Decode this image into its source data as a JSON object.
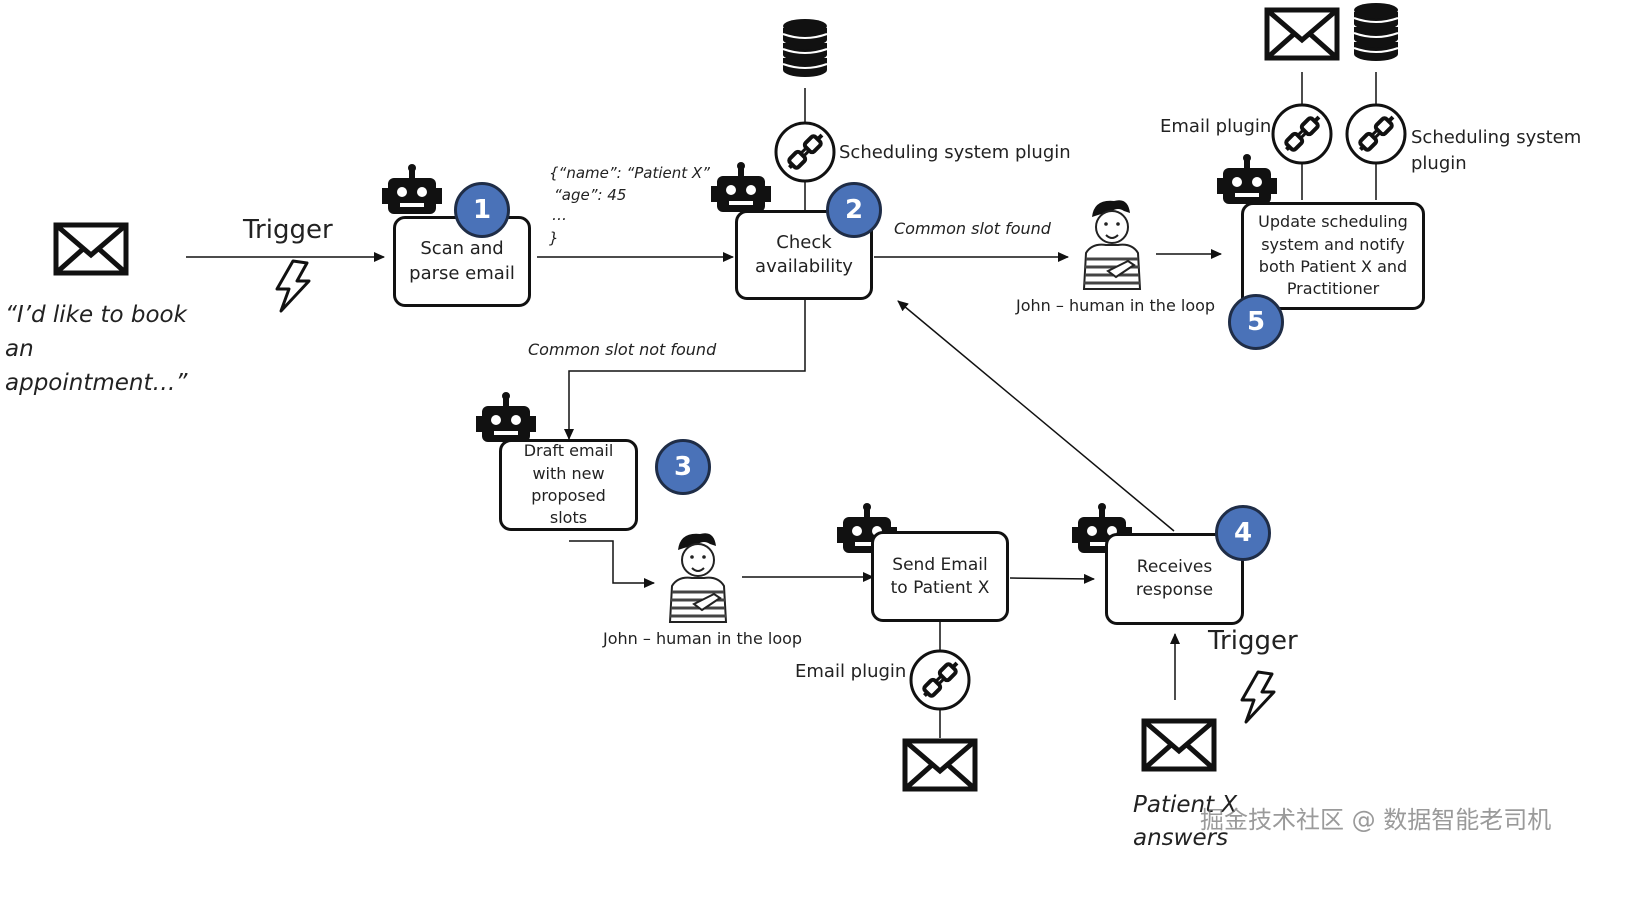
{
  "request_quote": "“I’d like to book an appointment…”",
  "trigger_label": "Trigger",
  "steps": {
    "s1": {
      "label_a": "Scan and",
      "label_b": "parse email",
      "number": "1"
    },
    "s2": {
      "label_a": "Check",
      "label_b": "availability",
      "number": "2"
    },
    "s3": {
      "label_a": "Draft email",
      "label_b": "with new",
      "label_c": "proposed",
      "label_d": "slots",
      "number": "3"
    },
    "s4": {
      "label_a": "Receives",
      "label_b": "response",
      "number": "4"
    },
    "s5": {
      "label_a": "Update scheduling",
      "label_b": "system and notify",
      "label_c": "both Patient X and",
      "label_d": "Practitioner",
      "number": "5"
    },
    "send": {
      "label_a": "Send Email",
      "label_b": "to Patient X"
    }
  },
  "json_snippet": {
    "line1": "{“name”: “Patient X”",
    "line2": "“age”: 45",
    "line3": "…",
    "line4": "}"
  },
  "labels": {
    "common_slot_found": "Common slot found",
    "common_slot_not_found": "Common slot not found",
    "scheduling_plugin": "Scheduling system plugin",
    "scheduling_plugin_a": "Scheduling system",
    "scheduling_plugin_b": "plugin",
    "email_plugin": "Email plugin",
    "human_in_loop": "John – human in the loop",
    "patient_answers_a": "Patient X",
    "patient_answers_b": "answers",
    "watermark": "掘金技术社区 @ 数据智能老司机"
  },
  "icons": [
    "envelope-icon",
    "lightning-icon",
    "robot-icon",
    "database-icon",
    "plug-icon",
    "person-icon"
  ],
  "colors": {
    "badge_fill": "#4a72b8",
    "badge_border": "#1f2d47",
    "stroke": "#111111"
  }
}
